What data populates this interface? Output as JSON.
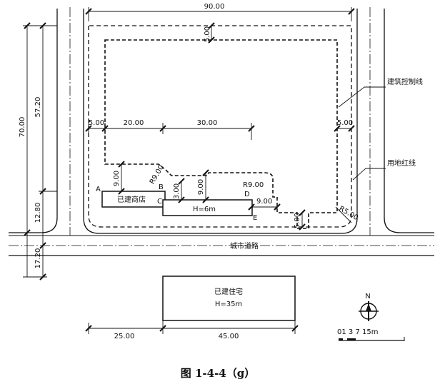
{
  "caption": "图 1-4-4（g）",
  "labels": {
    "control_line": "建筑控制线",
    "property_line": "用地红线",
    "road": "城市道路",
    "shop": "已建商店",
    "house_name": "已建住宅",
    "house_height": "H=35m",
    "low_height": "H=6m",
    "north": "N",
    "scale": "01 3   7      15m"
  },
  "points": {
    "A": "A",
    "B": "B",
    "C": "C",
    "D": "D",
    "E": "E"
  },
  "dims": {
    "top_width": "90.00",
    "setback_top": "5.00",
    "left_setback": "5.00",
    "seg_20": "20.00",
    "seg_30": "30.00",
    "right_setback": "5.00",
    "h9_left": "9.00",
    "r9_b": "R9.00",
    "h3": "3.00",
    "h9_mid": "9.00",
    "r9_d": "R9.00",
    "h9_right": "9.00",
    "bottom_5": "5.00",
    "r5": "R5.00",
    "overall_70": "70.00",
    "dim_57": "57.20",
    "dim_12": "12.80",
    "dim_17": "17.20",
    "bottom_25": "25.00",
    "bottom_45": "45.00"
  }
}
